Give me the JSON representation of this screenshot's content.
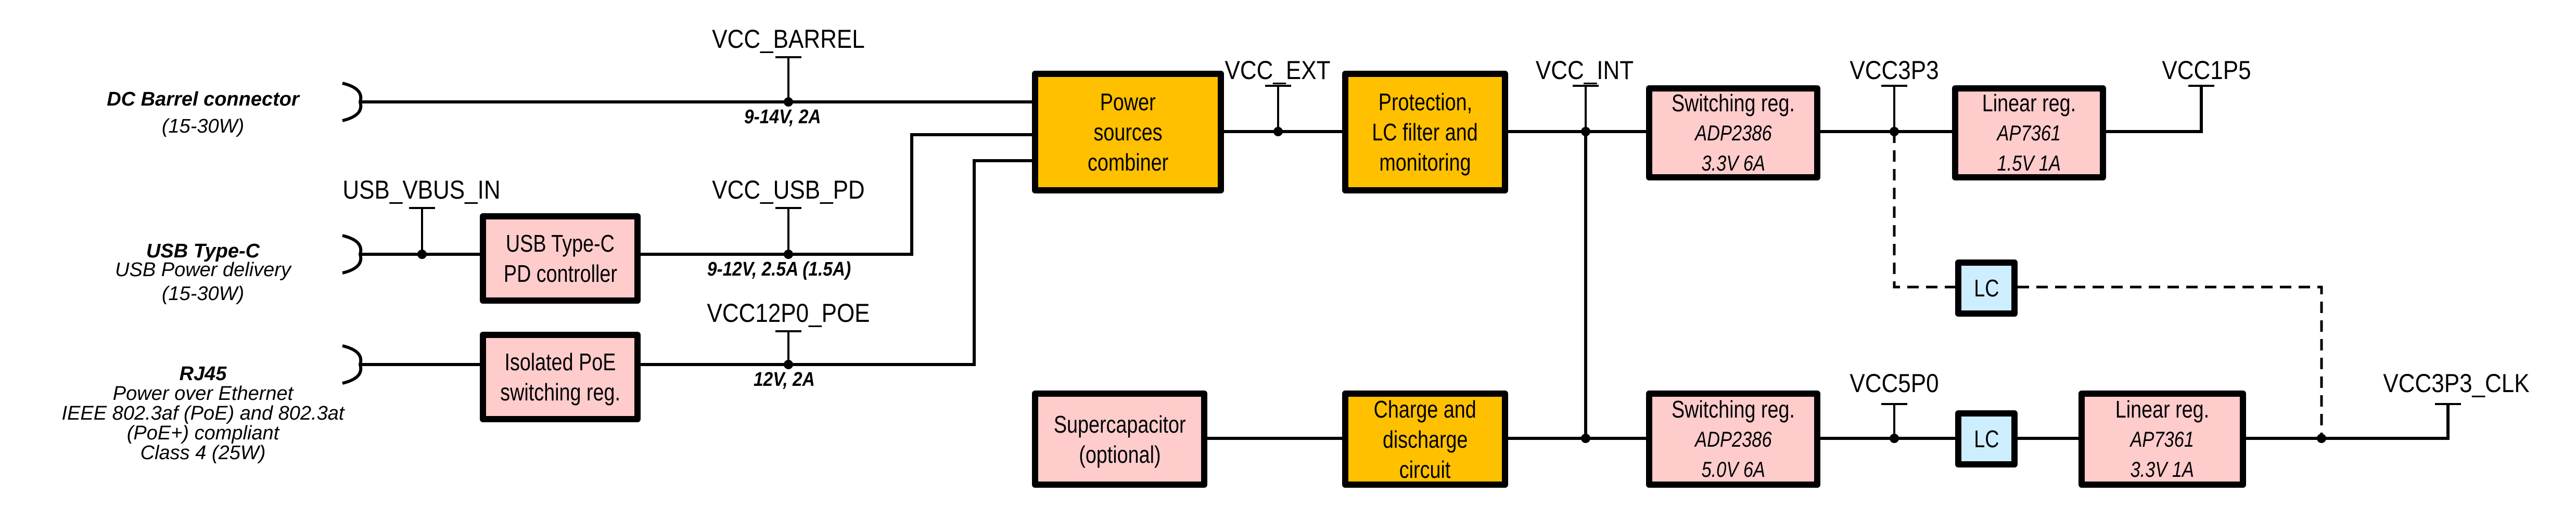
{
  "sources": {
    "dc_barrel": {
      "title": "DC Barrel connector",
      "lines": [
        "(15-30W)"
      ]
    },
    "usb_c": {
      "title": "USB Type-C",
      "lines": [
        "USB Power delivery",
        "(15-30W)"
      ]
    },
    "rj45": {
      "title": "RJ45",
      "lines": [
        "Power over Ethernet",
        "IEEE 802.3af (PoE) and 802.3at",
        "(PoE+) compliant",
        "Class 4 (25W)"
      ]
    }
  },
  "nets": {
    "vcc_barrel": "VCC_BARREL",
    "usb_vbus_in": "USB_VBUS_IN",
    "vcc_usb_pd": "VCC_USB_PD",
    "vcc12p0_poe": "VCC12P0_POE",
    "vcc_ext": "VCC_EXT",
    "vcc_int": "VCC_INT",
    "vcc3p3": "VCC3P3",
    "vcc1p5": "VCC1P5",
    "vcc5p0": "VCC5P0",
    "vcc3p3_clk": "VCC3P3_CLK"
  },
  "specs": {
    "barrel": "9-14V, 2A",
    "usb_pd": "9-12V, 2.5A (1.5A)",
    "poe": "12V, 2A"
  },
  "blocks": {
    "usb_pd_controller": [
      "USB Type-C",
      "PD controller"
    ],
    "poe_reg": [
      "Isolated PoE",
      "switching reg."
    ],
    "combiner": [
      "Power",
      "sources",
      "combiner"
    ],
    "protection": [
      "Protection,",
      "LC filter and",
      "monitoring"
    ],
    "sw_reg_3v3": {
      "title": "Switching reg.",
      "part": "ADP2386",
      "rating": "3.3V 6A"
    },
    "lin_reg_1v5": {
      "title": "Linear reg.",
      "part": "AP7361",
      "rating": "1.5V 1A"
    },
    "lc_top": "LC",
    "supercap": [
      "Supercapacitor",
      "(optional)"
    ],
    "charge": [
      "Charge and",
      "discharge",
      "circuit"
    ],
    "sw_reg_5v0": {
      "title": "Switching reg.",
      "part": "ADP2386",
      "rating": "5.0V 6A"
    },
    "lc_bottom": "LC",
    "lin_reg_3v3": {
      "title": "Linear reg.",
      "part": "AP7361",
      "rating": "3.3V 1A"
    }
  },
  "colors": {
    "orange": "#ffc000",
    "pink": "#ffcccc",
    "blue": "#cceeff",
    "line": "#000000"
  }
}
